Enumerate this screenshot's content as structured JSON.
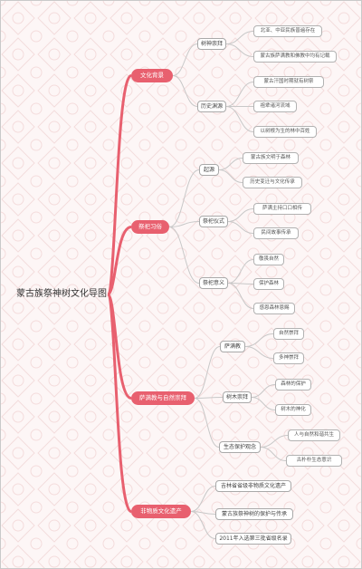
{
  "root": "蒙古族祭神树文化导图",
  "colors": {
    "branch": "#e8606f",
    "link": "#c8c8c8",
    "node_border": "#a9a9a9",
    "bg_pattern": "#f4dcdc"
  },
  "branches": [
    {
      "label": "文化背景",
      "children": [
        {
          "label": "树神崇拜",
          "children": [
            "北亚、中亚民族普遍存在",
            "蒙古族萨满教和佛教中均有记载"
          ]
        },
        {
          "label": "历史渊源",
          "children": [
            "蒙古汗国时期就有树祭",
            "祖辈诸河流域",
            "以树根为生的林中百姓"
          ]
        }
      ]
    },
    {
      "label": "祭祀习俗",
      "children": [
        {
          "label": "起源",
          "children": [
            "蒙古族文明于森林",
            "历史变迁与文化传承"
          ]
        },
        {
          "label": "祭祀仪式",
          "children": [
            "萨满主持口口相传",
            "民间故事传承"
          ]
        },
        {
          "label": "祭祀意义",
          "children": [
            "敬畏自然",
            "保护森林",
            "感恩森林恩赐"
          ]
        }
      ]
    },
    {
      "label": "萨满教与自然崇拜",
      "children": [
        {
          "label": "萨满教",
          "children": [
            "自然崇拜",
            "多神崇拜"
          ]
        },
        {
          "label": "树木崇拜",
          "children": [
            "森林的保护",
            "树木的神化"
          ]
        },
        {
          "label": "生态保护观念",
          "children": [
            "人与自然和谐共生",
            "古朴朴生态意识"
          ]
        }
      ]
    },
    {
      "label": "非物质文化遗产",
      "children": [
        {
          "label": "吉林省省级非物质文化遗产",
          "children": []
        },
        {
          "label": "蒙古族祭神树的保护与传承",
          "children": []
        },
        {
          "label": "2011年入选第三批省级名录",
          "children": []
        }
      ]
    }
  ]
}
